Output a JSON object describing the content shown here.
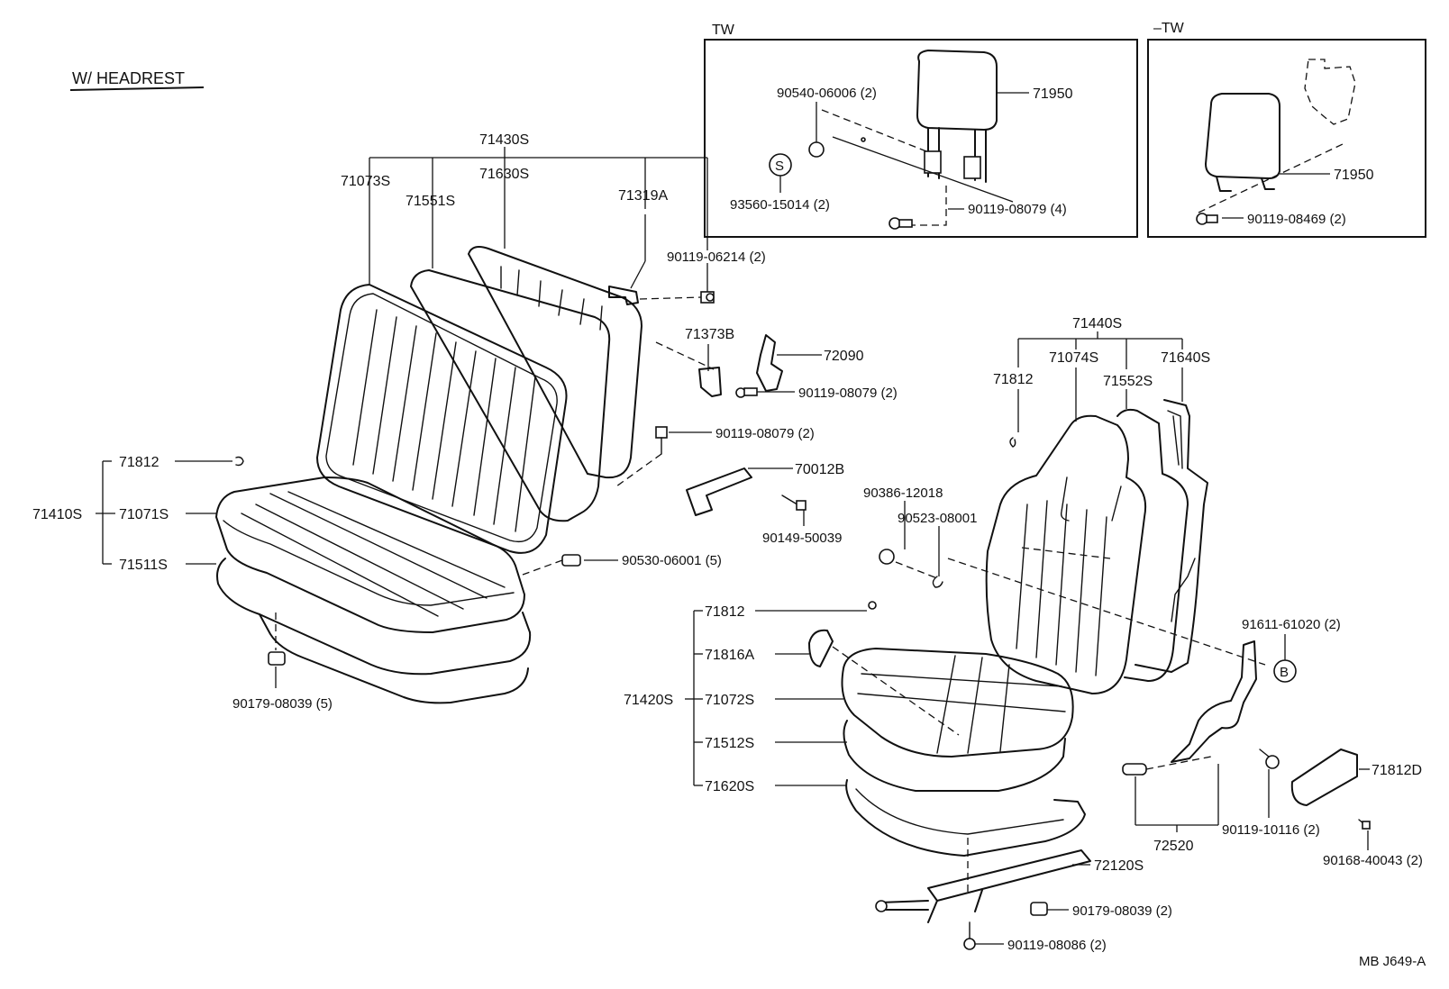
{
  "title": "W/ HEADREST",
  "footer_code": "MB  J649-A",
  "inset_tw": {
    "label": "TW",
    "parts": {
      "p71950": "71950",
      "p90540": "90540-06006 (2)",
      "p93560": "93560-15014 (2)",
      "p90119_08079_4": "90119-08079 (4)",
      "symbol_s": "S"
    }
  },
  "inset_minus_tw": {
    "label": "–TW",
    "parts": {
      "p71950": "71950",
      "p90119_08469": "90119-08469 (2)"
    }
  },
  "bench": {
    "p71430S": "71430S",
    "p71630S": "71630S",
    "p71073S": "71073S",
    "p71551S": "71551S",
    "p71319A": "71319A",
    "p90119_06214": "90119-06214 (2)",
    "p71373B": "71373B",
    "p72090": "72090",
    "p90119_08079_a": "90119-08079 (2)",
    "p90119_08079_b": "90119-08079 (2)",
    "p70012B": "70012B",
    "p90149_50039": "90149-50039",
    "p71812": "71812",
    "p71410S": "71410S",
    "p71071S": "71071S",
    "p71511S": "71511S",
    "p90530_06001": "90530-06001 (5)",
    "p90179_08039": "90179-08039 (5)"
  },
  "bucket": {
    "p71440S": "71440S",
    "p71812_top": "71812",
    "p71074S": "71074S",
    "p71640S": "71640S",
    "p71552S": "71552S",
    "p90386_12018": "90386-12018",
    "p90523_08001": "90523-08001",
    "p91611_61020": "91611-61020 (2)",
    "symbol_b": "B",
    "p71812_cushion": "71812",
    "p71816A": "71816A",
    "p71420S": "71420S",
    "p71072S": "71072S",
    "p71512S": "71512S",
    "p71620S": "71620S",
    "p72520": "72520",
    "p90119_10116": "90119-10116 (2)",
    "p71812D": "71812D",
    "p90168_40043": "90168-40043 (2)",
    "p72120S": "72120S",
    "p90179_08039": "90179-08039 (2)",
    "p90119_08086": "90119-08086 (2)"
  }
}
